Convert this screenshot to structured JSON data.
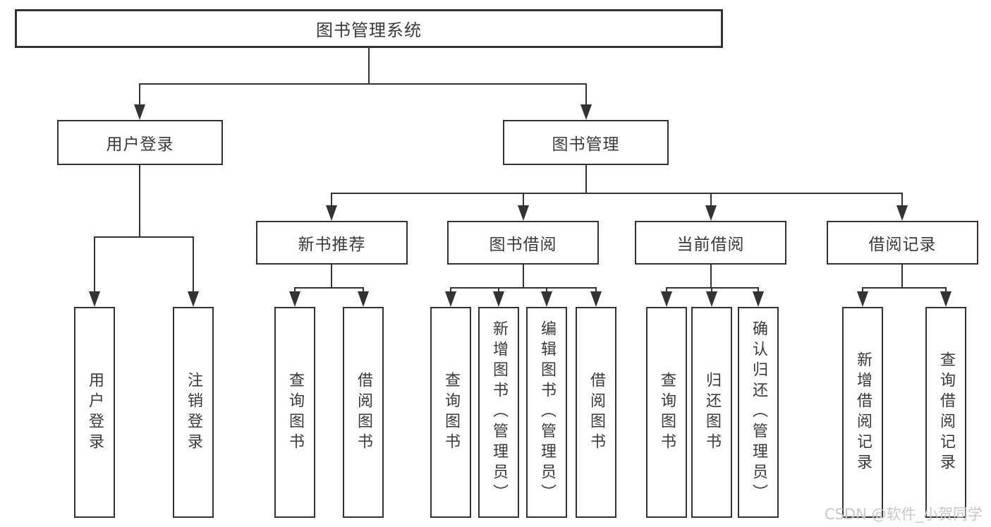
{
  "diagram": {
    "root": "图书管理系统",
    "branches": [
      {
        "label": "用户登录",
        "children": [
          "用户登录",
          "注销登录"
        ]
      },
      {
        "label": "图书管理",
        "sections": [
          {
            "label": "新书推荐",
            "children": [
              "查询图书",
              "借阅图书"
            ]
          },
          {
            "label": "图书借阅",
            "children": [
              "查询图书",
              "新增图书（管理员）",
              "编辑图书（管理员）",
              "借阅图书"
            ]
          },
          {
            "label": "当前借阅",
            "children": [
              "查询图书",
              "归还图书",
              "确认归还（管理员）"
            ]
          },
          {
            "label": "借阅记录",
            "children": [
              "新增借阅记录",
              "查询借阅记录"
            ]
          }
        ]
      }
    ]
  },
  "watermark": "CSDN @软件_小贺同学",
  "colors": {
    "line": "#333333",
    "box_border": "#333333",
    "text": "#3a3a3a",
    "watermark": "#c8c8c8",
    "background": "#ffffff"
  }
}
